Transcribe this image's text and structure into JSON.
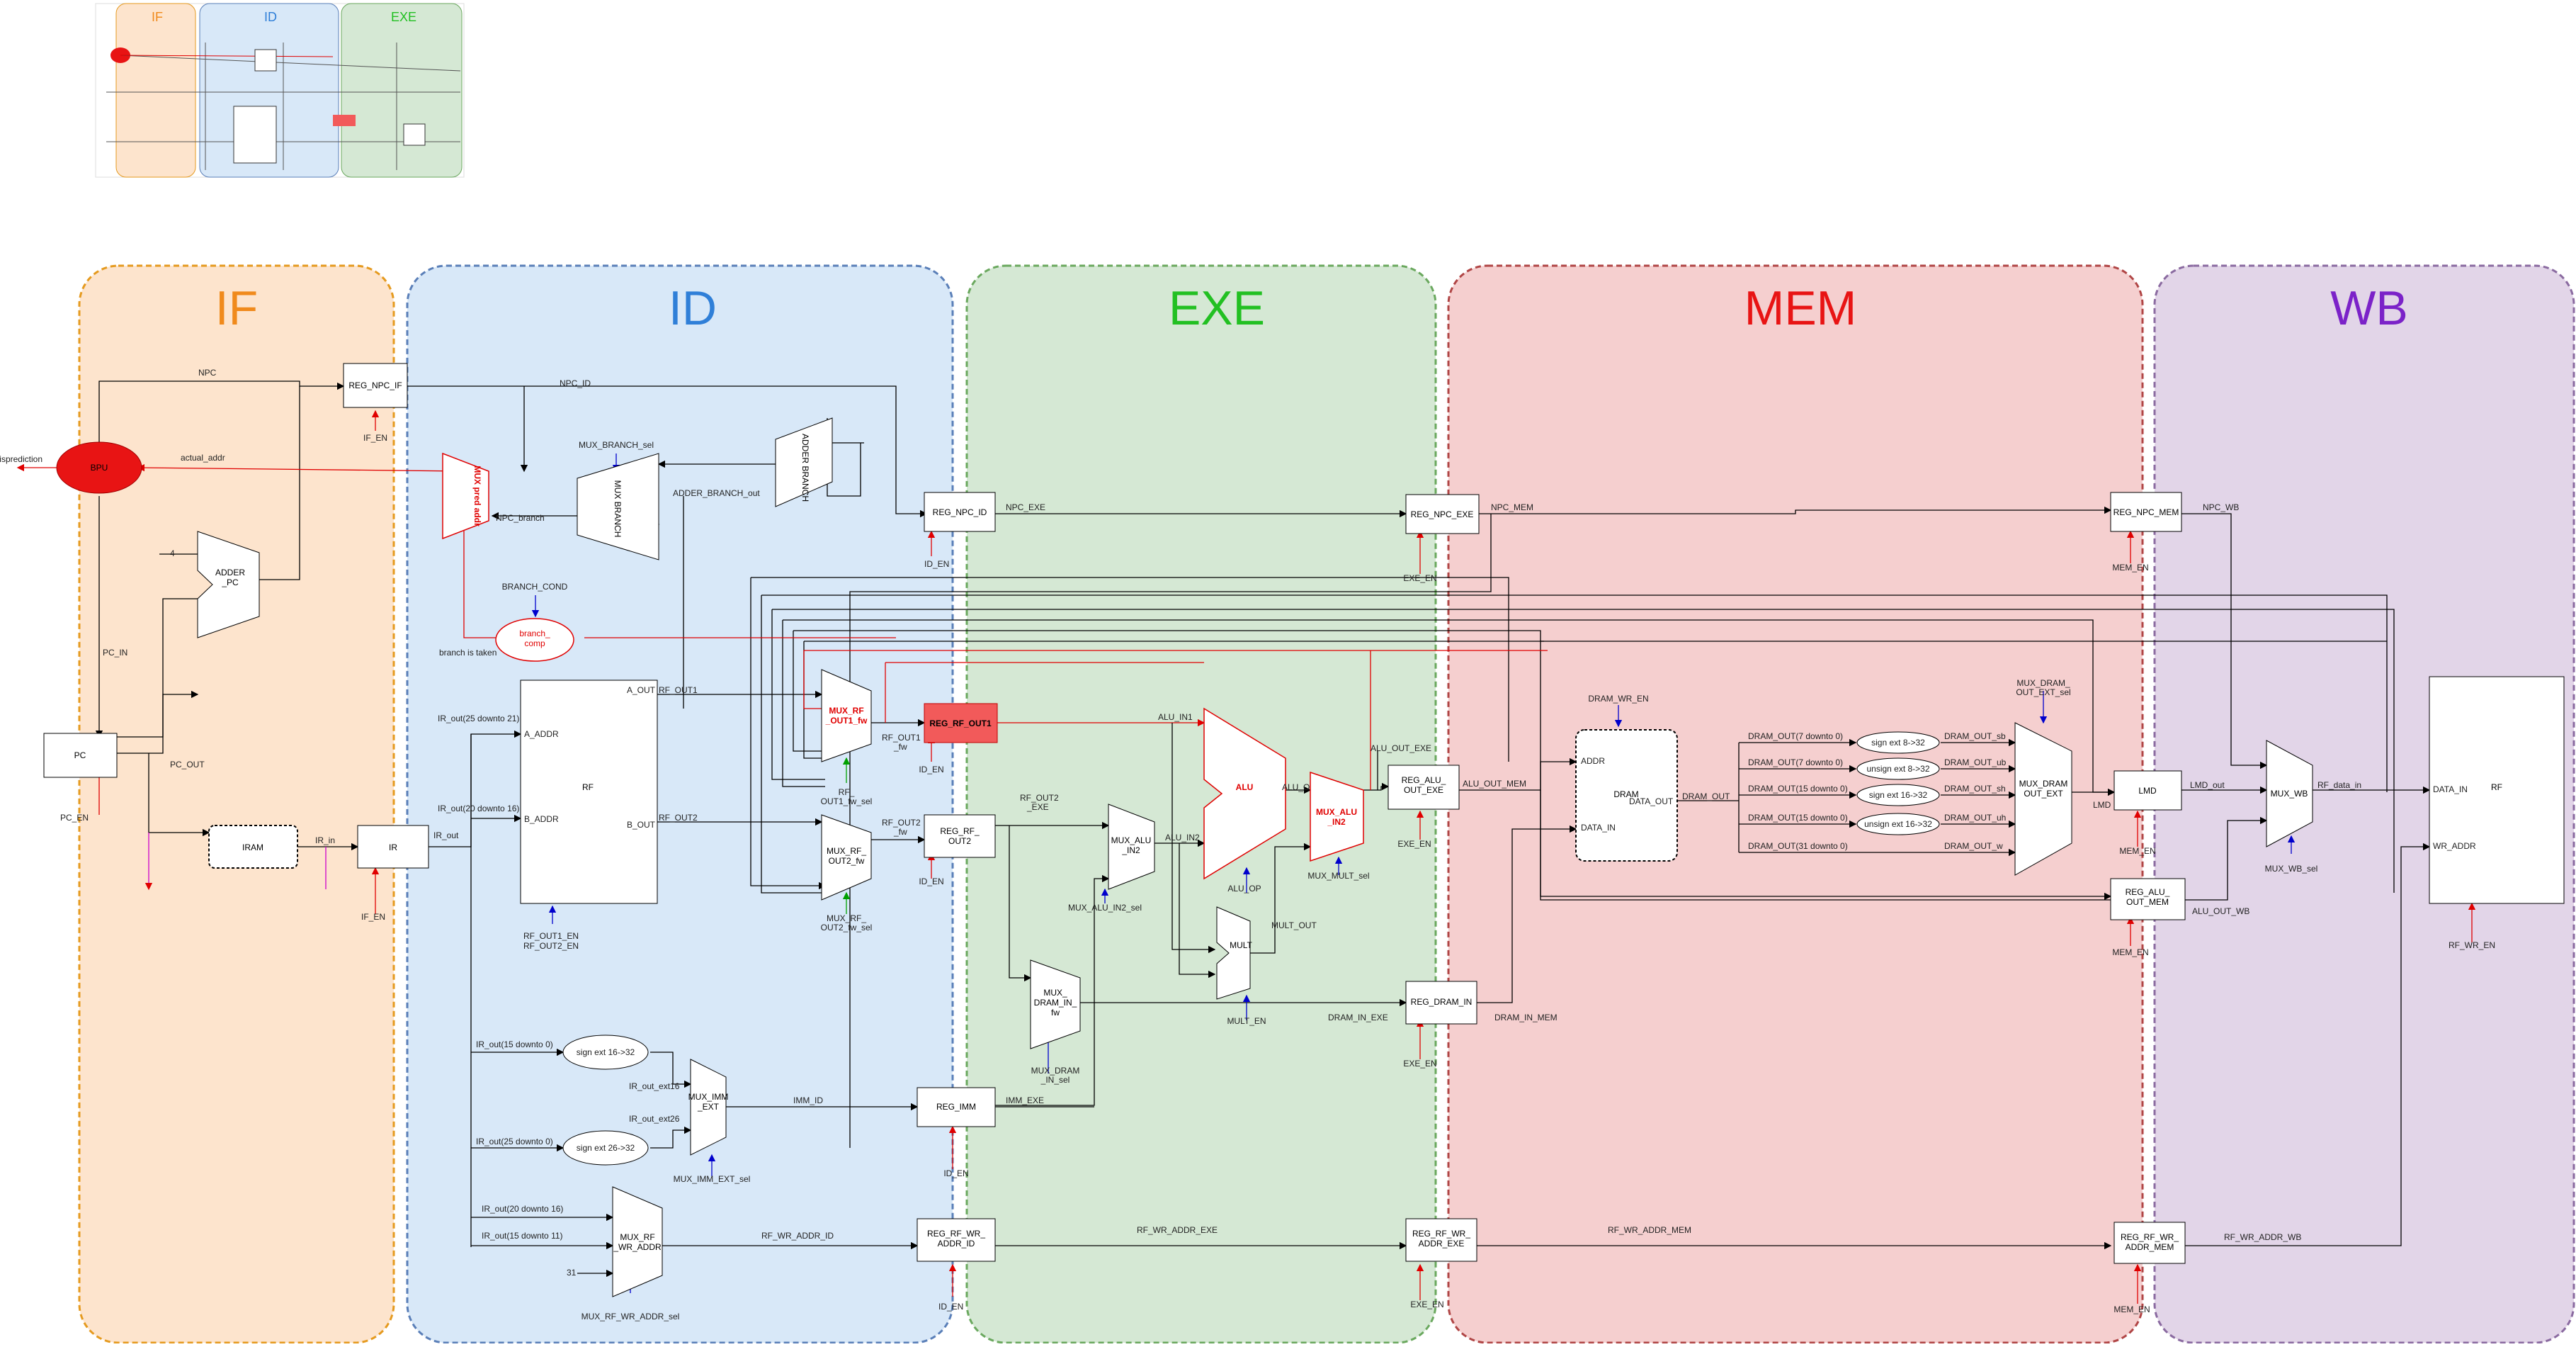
{
  "stages": [
    {
      "key": "if",
      "label": "IF",
      "fill": "#fde4cd",
      "stroke": "#e59a1f",
      "text_color": "#f08a1c"
    },
    {
      "key": "id",
      "label": "ID",
      "fill": "#d8e8f8",
      "stroke": "#5a7fb8",
      "text_color": "#2f7fd8"
    },
    {
      "key": "exe",
      "label": "EXE",
      "fill": "#d5e8d4",
      "stroke": "#6aa85e",
      "text_color": "#22c022"
    },
    {
      "key": "mem",
      "label": "MEM",
      "fill": "#f5cfcf",
      "stroke": "#b04545",
      "text_color": "#e81414"
    },
    {
      "key": "wb",
      "label": "WB",
      "fill": "#e2d5e8",
      "stroke": "#8a6aa0",
      "text_color": "#7b22c8"
    }
  ],
  "blocks": {
    "bpu": "BPU",
    "misprediction": "misprediction",
    "actual_addr": "actual_addr",
    "reg_npc_if": "REG_NPC_IF",
    "npc": "NPC",
    "if_en": "IF_EN",
    "four": "4",
    "adder_pc": "ADDER\n_PC",
    "pc_in": "PC_IN",
    "pc": "PC",
    "pc_out": "PC_OUT",
    "pc_en": "PC_EN",
    "iram": "IRAM",
    "ir_in": "IR_in",
    "ir": "IR",
    "ir_out": "IR_out",
    "npc_id": "NPC_ID",
    "mux_branch_sel": "MUX_BRANCH_sel",
    "mux_branch": "MUX\nBRANCH",
    "adder_branch": "ADDER\nBRANCH",
    "adder_branch_out": "ADDER_BRANCH_out",
    "mux_pred_addr": "MUX\npred\naddr",
    "npc_branch": "NPC_branch",
    "branch_cond": "BRANCH_COND",
    "branch_comp": "branch_\ncomp",
    "branch_is_taken": "branch is taken",
    "ir_out_25_21": "IR_out(25 downto 21)",
    "ir_out_20_16": "IR_out(20 downto 16)",
    "a_addr": "A_ADDR",
    "b_addr": "B_ADDR",
    "rf": "RF",
    "a_out": "A_OUT",
    "rf_out1": "RF_OUT1",
    "b_out": "B_OUT",
    "rf_out2": "RF_OUT2",
    "rf_out_en": "RF_OUT1_EN\nRF_OUT2_EN",
    "ir_out_15_0": "IR_out(15 downto 0)",
    "sign_ext_16_32": "sign ext 16->32",
    "ir_out_ext16": "IR_out_ext16",
    "ir_out_25_0": "IR_out(25 downto 0)",
    "sign_ext_26_32": "sign ext 26->32",
    "ir_out_ext26": "IR_out_ext26",
    "mux_imm_ext": "MUX_IMM\n_EXT",
    "mux_imm_ext_sel": "MUX_IMM_EXT_sel",
    "imm_id": "IMM_ID",
    "reg_imm": "REG_IMM",
    "imm_exe": "IMM_EXE",
    "id_en": "ID_EN",
    "ir_out_20_16b": "IR_out(20 downto 16)",
    "ir_out_15_11": "IR_out(15 downto 11)",
    "thirtyone": "31",
    "mux_rf_wr_addr": "MUX_RF\n_WR_ADDR",
    "mux_rf_wr_addr_sel": "MUX_RF_WR_ADDR_sel",
    "rf_wr_addr_id": "RF_WR_ADDR_ID",
    "reg_rf_wr_addr_id": "REG_RF_WR_\nADDR_ID",
    "reg_npc_id": "REG_NPC_ID",
    "npc_exe": "NPC_EXE",
    "mux_rf_out1_fw": "MUX_RF\n_OUT1_fw",
    "rf_out1_fw": "RF_OUT1\n_fw",
    "rf_out1_fw_sel": "RF_\nOUT1_fw_sel",
    "reg_rf_out1": "REG_RF_OUT1",
    "mux_rf_out2_fw": "MUX_RF_\nOUT2_fw",
    "rf_out2_fw": "RF_OUT2\n_fw",
    "rf_out2_fw_sel": "MUX_RF_\nOUT2_fw_sel",
    "reg_rf_out2": "REG_RF_\nOUT2",
    "alu_in1": "ALU_IN1",
    "rf_out2_exe": "RF_OUT2\n_EXE",
    "mux_alu_in2": "MUX_ALU\n_IN2",
    "mux_alu_in2_sel": "MUX_ALU_IN2_sel",
    "alu_in2": "ALU_IN2",
    "alu": "ALU",
    "alu_op": "ALU_OP",
    "alu_out": "ALU_OUT",
    "mux_alu_in2b": "MUX_ALU\n_IN2",
    "mux_mult_sel": "MUX_MULT_sel",
    "mult": "MULT",
    "mult_out": "MULT_OUT",
    "mult_en": "MULT_EN",
    "alu_out_exe": "ALU_OUT_EXE",
    "reg_alu_out_exe": "REG_ALU_\nOUT_EXE",
    "mux_dram_in_fw": "MUX_\nDRAM_IN_\nfw",
    "mux_dram_in_sel": "MUX_DRAM\n_IN_sel",
    "dram_in_exe": "DRAM_IN_EXE",
    "reg_dram_in": "REG_DRAM_IN",
    "exe_en": "EXE_EN",
    "reg_npc_exe": "REG_NPC_EXE",
    "npc_mem": "NPC_MEM",
    "rf_wr_addr_exe": "RF_WR_ADDR_EXE",
    "reg_rf_wr_addr_exe": "REG_RF_WR_\nADDR_EXE",
    "dram_wr_en": "DRAM_WR_EN",
    "addr": "ADDR",
    "dram": "DRAM",
    "data_out": "DATA_OUT",
    "data_in": "DATA_IN",
    "alu_out_mem": "ALU_OUT_MEM",
    "dram_in_mem": "DRAM_IN_MEM",
    "dram_out": "DRAM_OUT",
    "dram_out_7_0a": "DRAM_OUT(7 downto 0)",
    "dram_out_7_0b": "DRAM_OUT(7 downto 0)",
    "dram_out_15_0a": "DRAM_OUT(15 downto 0)",
    "dram_out_15_0b": "DRAM_OUT(15 downto 0)",
    "dram_out_31_0": "DRAM_OUT(31 downto 0)",
    "sign_ext_8_32": "sign ext 8->32",
    "unsign_ext_8_32": "unsign ext 8->32",
    "sign_ext_16_32b": "sign ext 16->32",
    "unsign_ext_16_32": "unsign ext 16->32",
    "dram_out_sb": "DRAM_OUT_sb",
    "dram_out_ub": "DRAM_OUT_ub",
    "dram_out_sh": "DRAM_OUT_sh",
    "dram_out_uh": "DRAM_OUT_uh",
    "dram_out_w": "DRAM_OUT_w",
    "mux_dram_out_ext_sel": "MUX_DRAM_\nOUT_EXT_sel",
    "mux_dram_out_ext": "MUX_DRAM\nOUT_EXT",
    "mem_en": "MEM_EN",
    "reg_npc_mem": "REG_NPC_MEM",
    "rf_wr_addr_mem": "RF_WR_ADDR_MEM",
    "reg_rf_wr_addr_mem": "REG_RF_WR_\nADDR_MEM",
    "lmd": "LMD",
    "reg_alu_out_mem": "REG_ALU_\nOUT_MEM",
    "npc_wb": "NPC_WB",
    "lmd_out": "LMD_out",
    "alu_out_wb": "ALU_OUT_WB",
    "mux_wb": "MUX_WB",
    "mux_wb_sel": "MUX_WB_sel",
    "rf_data_in": "RF_data_in",
    "data_in_wb": "DATA_IN",
    "wr_addr": "WR_ADDR",
    "rf_wb": "RF",
    "rf_wr_en": "RF_WR_EN",
    "rf_wr_addr_wb": "RF_WR_ADDR_WB"
  },
  "colors": {
    "wire": "#000000",
    "control": "#0000cc",
    "enable": "#e00000",
    "forward": "#e00000",
    "highlight": "#f25a5a",
    "bpu": "#e81414",
    "pink": "#cc00cc"
  }
}
